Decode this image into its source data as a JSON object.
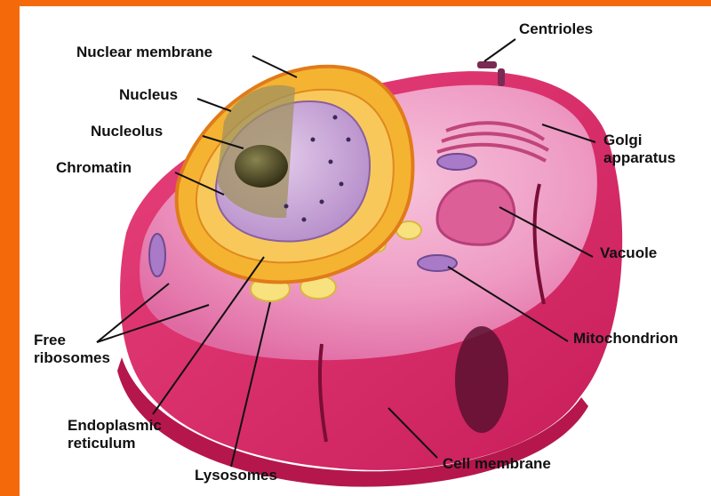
{
  "labels": {
    "nuclear_membrane": "Nuclear membrane",
    "nucleus": "Nucleus",
    "nucleolus": "Nucleolus",
    "chromatin": "Chromatin",
    "centrioles": "Centrioles",
    "golgi_line1": "Golgi",
    "golgi_line2": "apparatus",
    "vacuole": "Vacuole",
    "mitochondrion": "Mitochondrion",
    "free_ribosomes_line1": "Free",
    "free_ribosomes_line2": "ribosomes",
    "er_line1": "Endoplasmic",
    "er_line2": "reticulum",
    "lysosomes": "Lysosomes",
    "cell_membrane": "Cell membrane"
  },
  "colors": {
    "frame_border": "#f46a0a",
    "background": "#ffffff",
    "cell_membrane": "#e0306e",
    "cytoplasm": "#f19ac2",
    "endoplasmic_reticulum": "#f5b332",
    "nucleus": "#c9a0d8",
    "nucleolus": "#4e4a24"
  }
}
